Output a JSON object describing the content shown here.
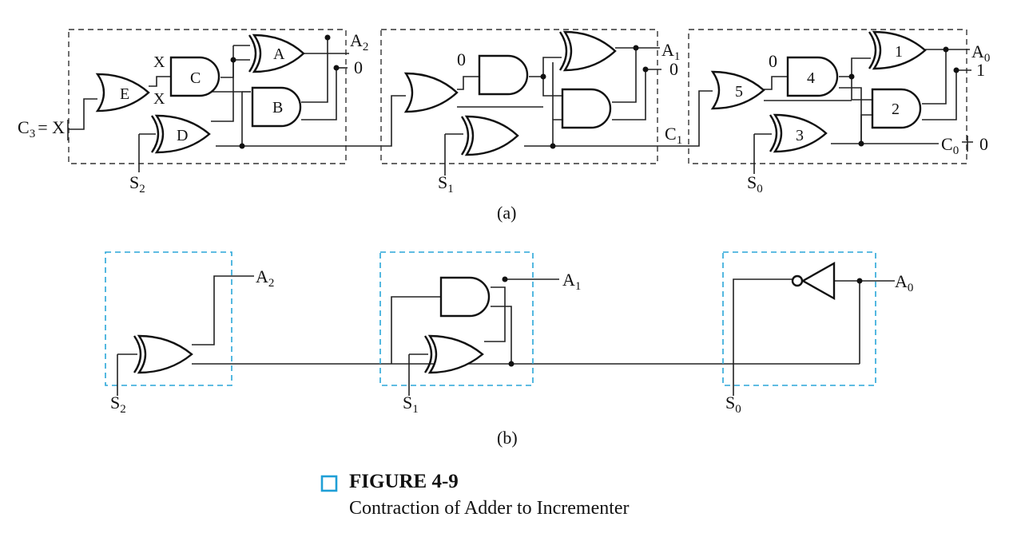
{
  "diagram_a": {
    "caption": "(a)",
    "c3_label": "C",
    "c3_sub": "3",
    "c3_eq": "= X",
    "stages": [
      {
        "gate_labels": [
          "E",
          "C",
          "A",
          "B",
          "D"
        ],
        "input_label": "S",
        "input_sub": "2",
        "output_label": "A",
        "output_sub": "2",
        "x_marks": [
          "X",
          "X"
        ],
        "const": "0"
      },
      {
        "input_label": "S",
        "input_sub": "1",
        "output_label": "A",
        "output_sub": "1",
        "const_top": "0",
        "const_out": "0",
        "carry_label": "C",
        "carry_sub": "1"
      },
      {
        "gate_labels": [
          "5",
          "4",
          "1",
          "2",
          "3"
        ],
        "input_label": "S",
        "input_sub": "0",
        "output_label": "A",
        "output_sub": "0",
        "const_top": "0",
        "const_out": "1",
        "carry_in_label": "C",
        "carry_in_sub": "0",
        "carry_in_value": "0"
      }
    ]
  },
  "diagram_b": {
    "caption": "(b)",
    "stages": [
      {
        "input_label": "S",
        "input_sub": "2",
        "output_label": "A",
        "output_sub": "2"
      },
      {
        "input_label": "S",
        "input_sub": "1",
        "output_label": "A",
        "output_sub": "1"
      },
      {
        "input_label": "S",
        "input_sub": "0",
        "output_label": "A",
        "output_sub": "0"
      }
    ]
  },
  "caption": {
    "title": "FIGURE 4-9",
    "text": "Contraction of Adder to Incrementer"
  },
  "colors": {
    "dashed_box_b": "#2aa6d8",
    "caption_marker": "#1f9fd6"
  }
}
